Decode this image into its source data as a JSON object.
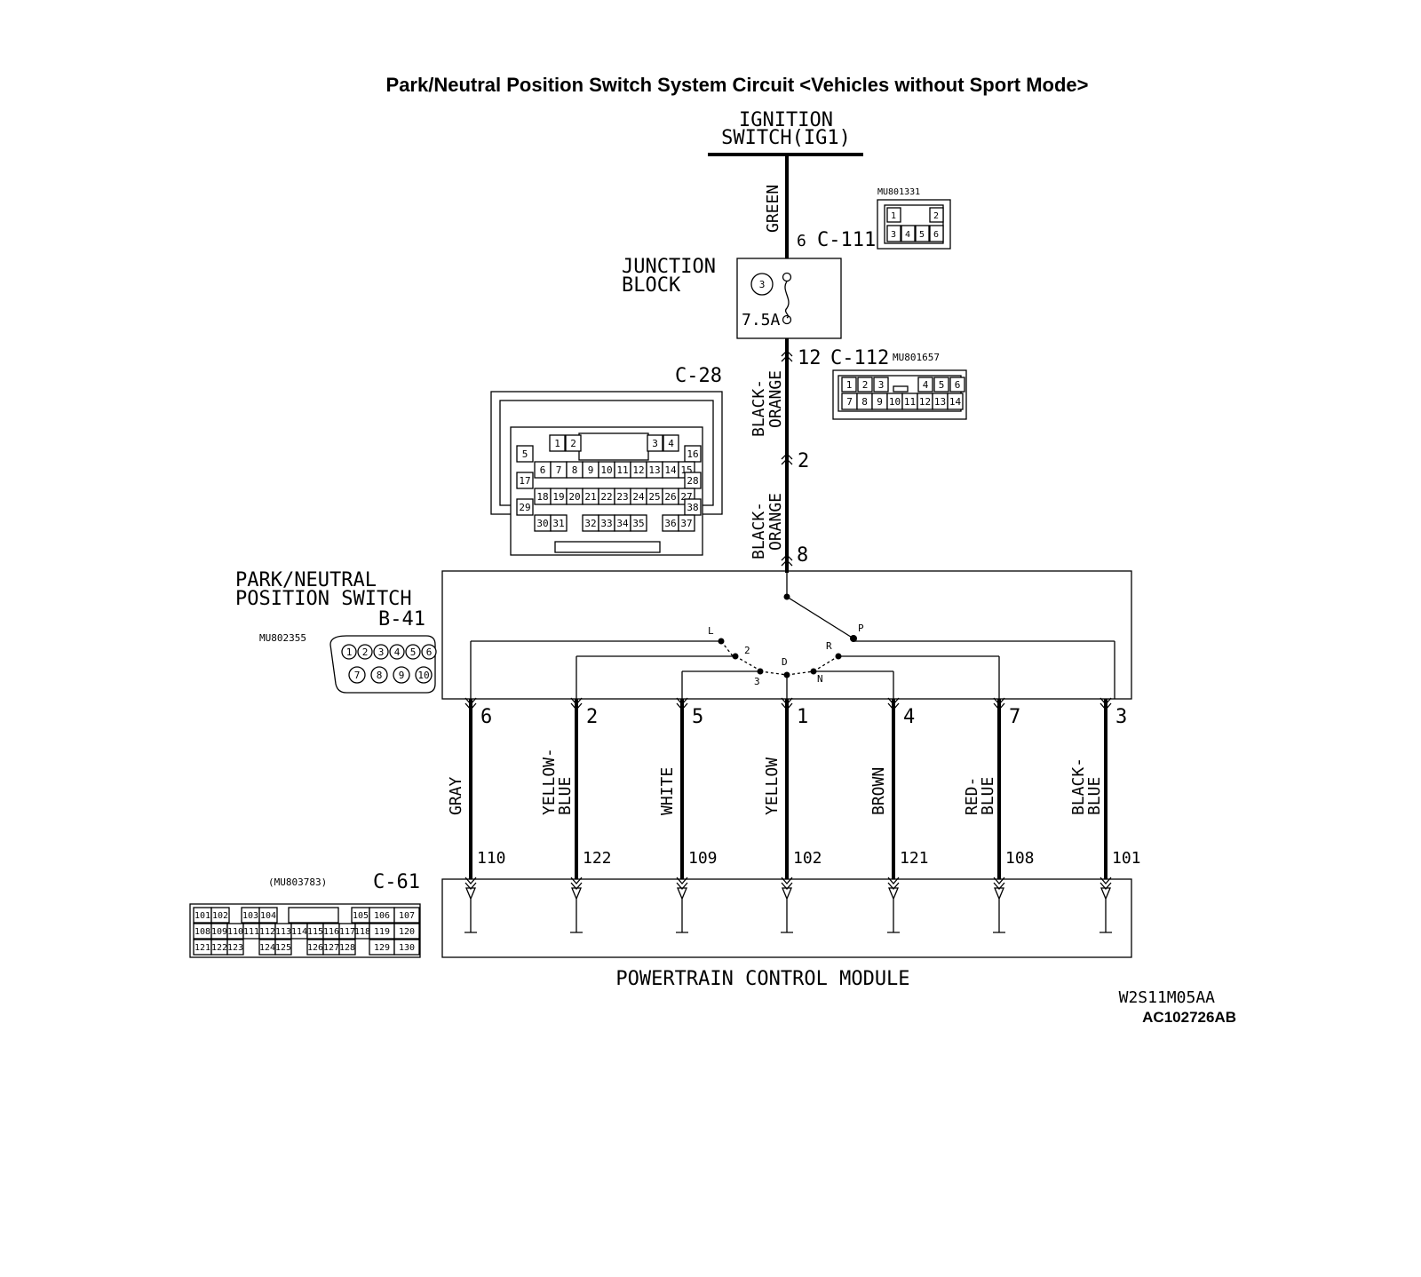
{
  "title": "Park/Neutral Position Switch System Circuit <Vehicles without Sport Mode>",
  "ignition": {
    "line1": "IGNITION",
    "line2": "SWITCH(IG1)"
  },
  "c111": {
    "wire_color": "GREEN",
    "pin": "6",
    "label": "C-111",
    "part": "MU801331",
    "pins_top": [
      "1",
      "2"
    ],
    "pins_bottom": [
      "3",
      "4",
      "5",
      "6"
    ]
  },
  "junction": {
    "line1": "JUNCTION",
    "line2": "BLOCK",
    "fuse_no": "3",
    "rating": "7.5A"
  },
  "c112": {
    "pin": "12",
    "label": "C-112",
    "part": "MU801657",
    "wire_color_1": "BLACK-",
    "wire_color_2": "ORANGE",
    "pins_top": [
      "1",
      "2",
      "3",
      "4",
      "5",
      "6"
    ],
    "pins_bottom": [
      "7",
      "8",
      "9",
      "10",
      "11",
      "12",
      "13",
      "14"
    ]
  },
  "c28": {
    "label": "C-28",
    "pin_mid": "2",
    "wire_color_1": "BLACK-",
    "wire_color_2": "ORANGE",
    "rows": [
      [
        "1",
        "2",
        "3",
        "4"
      ],
      [
        "5",
        "16"
      ],
      [
        "6",
        "7",
        "8",
        "9",
        "10",
        "11",
        "12",
        "13",
        "14",
        "15"
      ],
      [
        "17",
        "28"
      ],
      [
        "18",
        "19",
        "20",
        "21",
        "22",
        "23",
        "24",
        "25",
        "26",
        "27"
      ],
      [
        "29",
        "38"
      ],
      [
        "30",
        "31",
        "32",
        "33",
        "34",
        "35",
        "36",
        "37"
      ]
    ]
  },
  "switch": {
    "line1": "PARK/NEUTRAL",
    "line2": "POSITION SWITCH",
    "conn": "B-41",
    "part": "MU802355",
    "in_pin": "8",
    "pins_top": [
      "1",
      "2",
      "3",
      "4",
      "5",
      "6"
    ],
    "pins_bottom": [
      "7",
      "8",
      "9",
      "10"
    ],
    "positions": [
      "L",
      "2",
      "3",
      "D",
      "N",
      "R",
      "P"
    ]
  },
  "wires": [
    {
      "pin": "6",
      "color1": "GRAY",
      "color2": "",
      "pcm": "110"
    },
    {
      "pin": "2",
      "color1": "YELLOW-",
      "color2": "BLUE",
      "pcm": "122"
    },
    {
      "pin": "5",
      "color1": "WHITE",
      "color2": "",
      "pcm": "109"
    },
    {
      "pin": "1",
      "color1": "YELLOW",
      "color2": "",
      "pcm": "102"
    },
    {
      "pin": "4",
      "color1": "BROWN",
      "color2": "",
      "pcm": "121"
    },
    {
      "pin": "7",
      "color1": "RED-",
      "color2": "BLUE",
      "pcm": "108"
    },
    {
      "pin": "3",
      "color1": "BLACK-",
      "color2": "BLUE",
      "pcm": "101"
    }
  ],
  "c61": {
    "part": "(MU803783)",
    "label": "C-61",
    "row1": [
      "101",
      "102",
      "103",
      "104",
      "105",
      "106",
      "107"
    ],
    "row2": [
      "108",
      "109",
      "110",
      "111",
      "112",
      "113",
      "114",
      "115",
      "116",
      "117",
      "118",
      "119",
      "120"
    ],
    "row3": [
      "121",
      "122",
      "123",
      "124",
      "125",
      "126",
      "127",
      "128",
      "129",
      "130"
    ]
  },
  "pcm": {
    "label": "POWERTRAIN CONTROL MODULE"
  },
  "codes": {
    "code1": "W2S11M05AA",
    "code2": "AC102726AB"
  }
}
